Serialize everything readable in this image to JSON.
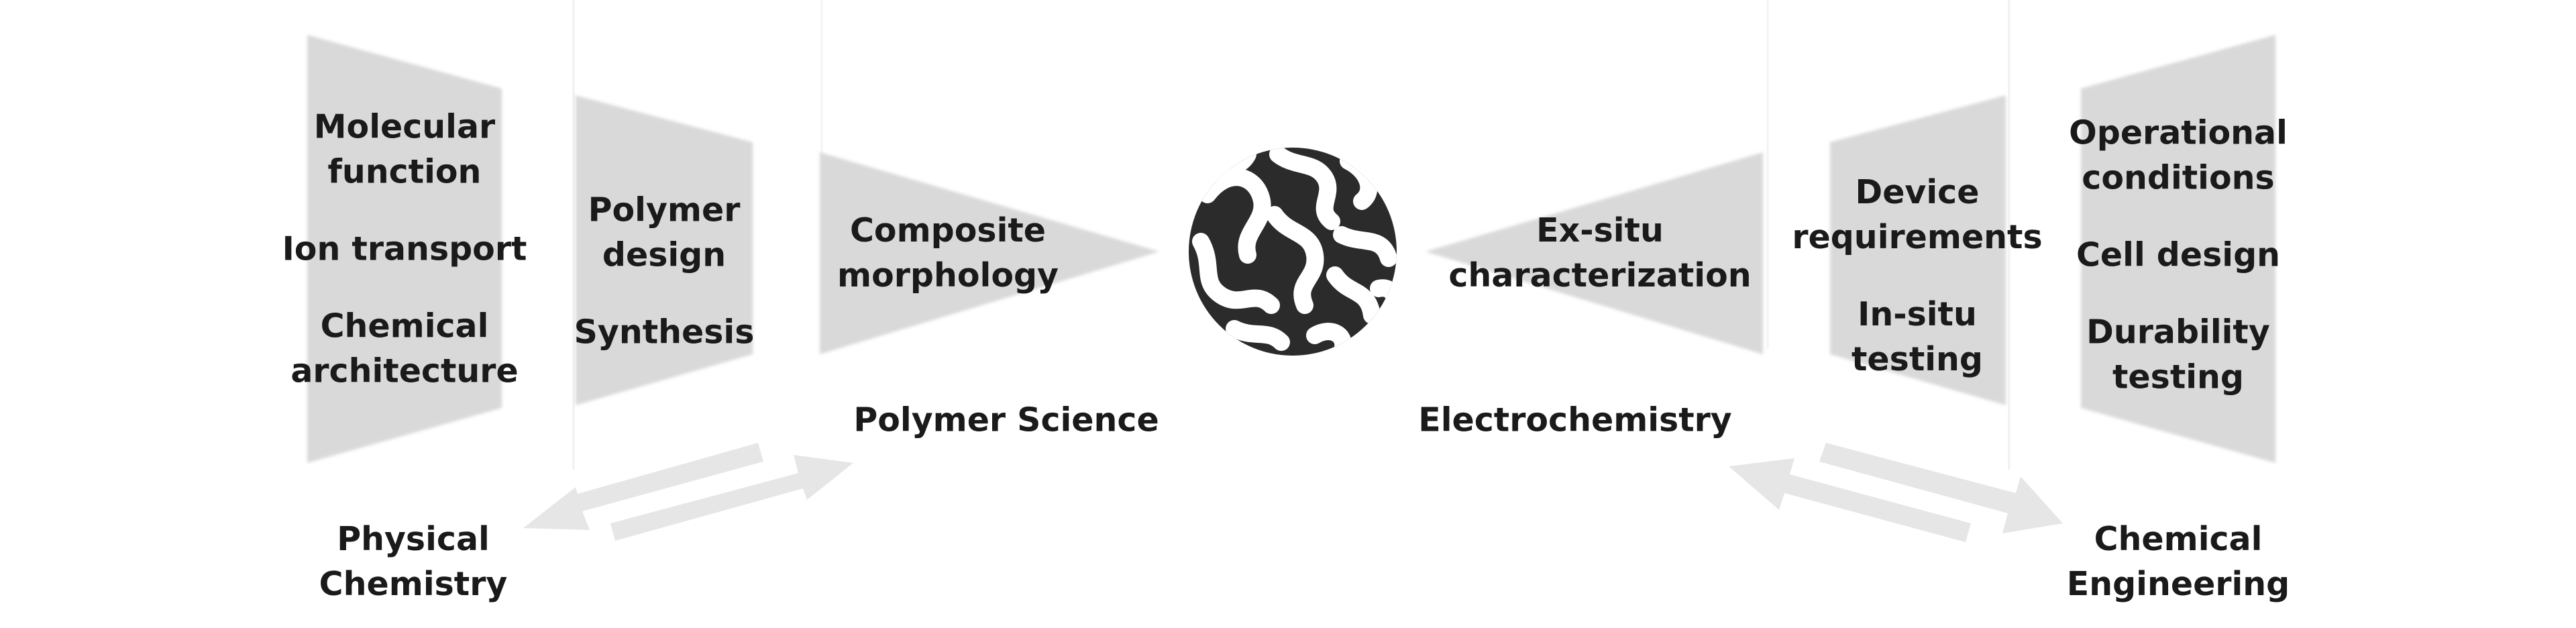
{
  "colors": {
    "panel": "#d9d9d9",
    "arrow": "#e6e6e6",
    "divider": "#eeeeee",
    "text": "#1a1a1a",
    "blob_dark": "#2b2b2b"
  },
  "panels": {
    "outer_left": [
      "Molecular",
      "function",
      "",
      "Ion transport",
      "",
      "Chemical",
      "architecture"
    ],
    "mid_left": [
      "Polymer",
      "design",
      "",
      "Synthesis"
    ],
    "inner_left": [
      "Composite",
      "morphology"
    ],
    "inner_right": [
      "Ex-situ",
      "characterization"
    ],
    "mid_right": [
      "Device",
      "requirements",
      "",
      "In-situ",
      "testing"
    ],
    "outer_right": [
      "Operational",
      "conditions",
      "",
      "Cell design",
      "",
      "Durability",
      "testing"
    ]
  },
  "fields": {
    "polymer_science": "Polymer Science",
    "electrochemistry": "Electrochemistry",
    "physical_chemistry": [
      "Physical",
      "Chemistry"
    ],
    "chemical_engineering": [
      "Chemical",
      "Engineering"
    ]
  },
  "center_icon": "microstructure-icon"
}
